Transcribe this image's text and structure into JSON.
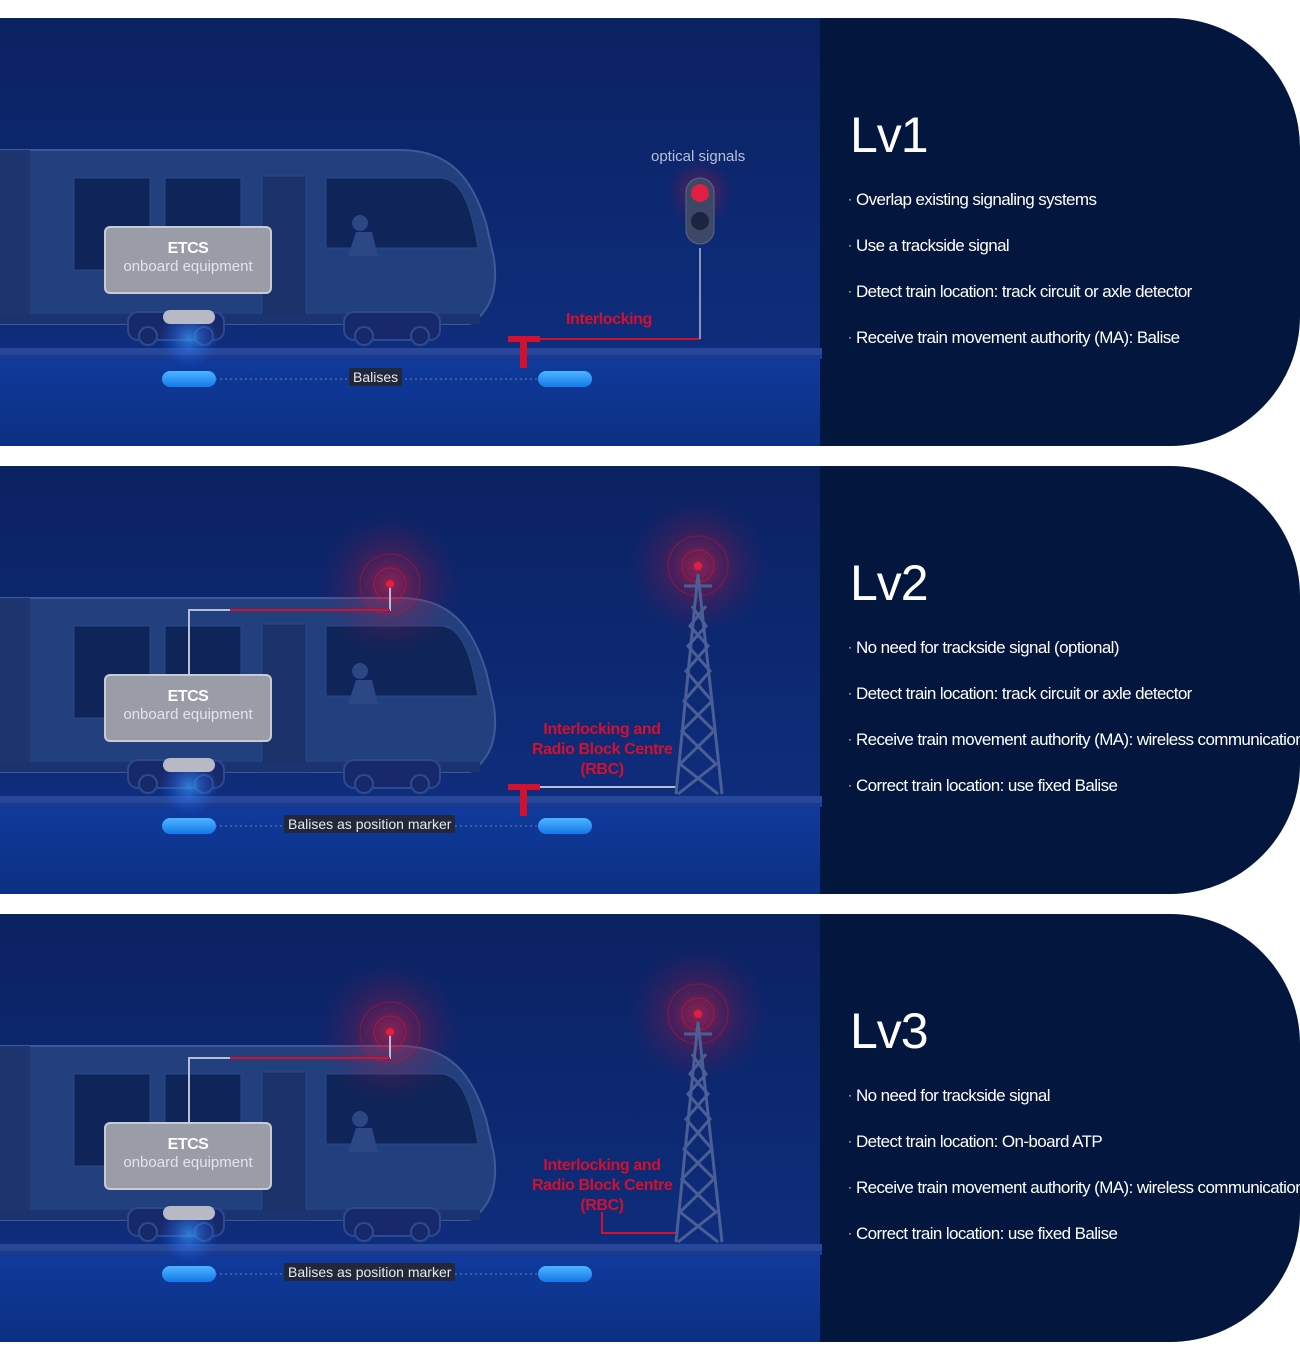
{
  "colors": {
    "panel_bg": "#0b2466",
    "info_bg": "#03163d",
    "accent_red": "#d3102e",
    "balise_blue": "#1e90ff"
  },
  "levels": [
    {
      "title": "Lv1",
      "bullets": [
        "Overlap existing signaling systems",
        "Use a trackside signal",
        "Detect train location: track circuit or axle detector",
        "Receive train movement authority (MA): Balise"
      ],
      "etcs_title": "ETCS",
      "etcs_sub": "onboard equipment",
      "balise_label": "Balises",
      "interlocking_label": "Interlocking",
      "signal_label": "optical signals"
    },
    {
      "title": "Lv2",
      "bullets": [
        "No need for trackside signal (optional)",
        "Detect train location: track circuit or axle detector",
        "Receive train movement authority (MA): wireless communication",
        "Correct train location: use fixed Balise"
      ],
      "etcs_title": "ETCS",
      "etcs_sub": "onboard equipment",
      "balise_label": "Balises as position marker",
      "interlocking_label_lines": [
        "Interlocking and",
        "Radio Block Centre",
        "(RBC)"
      ]
    },
    {
      "title": "Lv3",
      "bullets": [
        "No need for trackside signal",
        "Detect train location: On-board ATP",
        "Receive train movement authority (MA): wireless communication",
        "Correct train location: use fixed Balise"
      ],
      "etcs_title": "ETCS",
      "etcs_sub": "onboard equipment",
      "balise_label": "Balises as position marker",
      "interlocking_label_lines": [
        "Interlocking and",
        "Radio Block Centre",
        "(RBC)"
      ]
    }
  ]
}
